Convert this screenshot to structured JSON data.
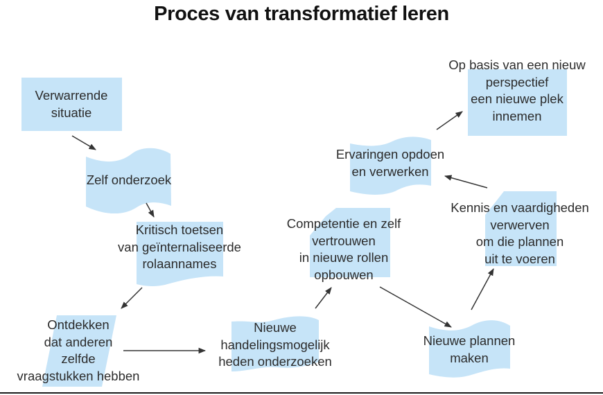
{
  "title": "Proces van transformatief leren",
  "colors": {
    "box_fill": "#c6e4f8",
    "arrow": "#333333",
    "text": "#2b2b2b"
  },
  "nodes": {
    "verwarrende_situatie": {
      "lines": [
        "Verwarrende",
        "situatie"
      ]
    },
    "zelf_onderzoek": {
      "lines": [
        "Zelf onderzoek"
      ]
    },
    "kritisch_toetsen": {
      "lines": [
        "Kritisch toetsen",
        "van geïnternaliseerde",
        "rolaannames"
      ]
    },
    "ontdekken": {
      "lines": [
        "Ontdekken",
        "dat anderen",
        "zelfde",
        "vraagstukken hebben"
      ]
    },
    "nieuwe_handelingsmogelijkheden": {
      "lines": [
        "Nieuwe",
        "handelingsmogelijk",
        "heden onderzoeken"
      ]
    },
    "competentie": {
      "lines": [
        "Competentie en zelf",
        "vertrouwen",
        "in nieuwe rollen",
        "opbouwen"
      ]
    },
    "nieuwe_plannen": {
      "lines": [
        "Nieuwe plannen",
        "maken"
      ]
    },
    "kennis_vaardigheden": {
      "lines": [
        "Kennis en vaardigheden",
        "verwerven",
        "om die plannen",
        "uit te voeren"
      ]
    },
    "ervaringen": {
      "lines": [
        "Ervaringen opdoen",
        "en verwerken"
      ]
    },
    "nieuw_perspectief": {
      "lines": [
        "Op basis van een nieuw",
        "perspectief",
        "een nieuwe plek",
        "innemen"
      ]
    }
  },
  "edges": [
    {
      "from": "Verwarrende situatie",
      "to": "Zelf onderzoek"
    },
    {
      "from": "Zelf onderzoek",
      "to": "Kritisch toetsen van geïnternaliseerde rolaannames"
    },
    {
      "from": "Kritisch toetsen van geïnternaliseerde rolaannames",
      "to": "Ontdekken dat anderen zelfde vraagstukken hebben"
    },
    {
      "from": "Ontdekken dat anderen zelfde vraagstukken hebben",
      "to": "Nieuwe handelingsmogelijkheden onderzoeken"
    },
    {
      "from": "Nieuwe handelingsmogelijkheden onderzoeken",
      "to": "Competentie en zelfvertrouwen in nieuwe rollen opbouwen"
    },
    {
      "from": "Competentie en zelfvertrouwen in nieuwe rollen opbouwen",
      "to": "Nieuwe plannen maken"
    },
    {
      "from": "Nieuwe plannen maken",
      "to": "Kennis en vaardigheden verwerven om die plannen uit te voeren"
    },
    {
      "from": "Kennis en vaardigheden verwerven om die plannen uit te voeren",
      "to": "Ervaringen opdoen en verwerken"
    },
    {
      "from": "Ervaringen opdoen en verwerken",
      "to": "Op basis van een nieuw perspectief een nieuwe plek innemen"
    }
  ]
}
